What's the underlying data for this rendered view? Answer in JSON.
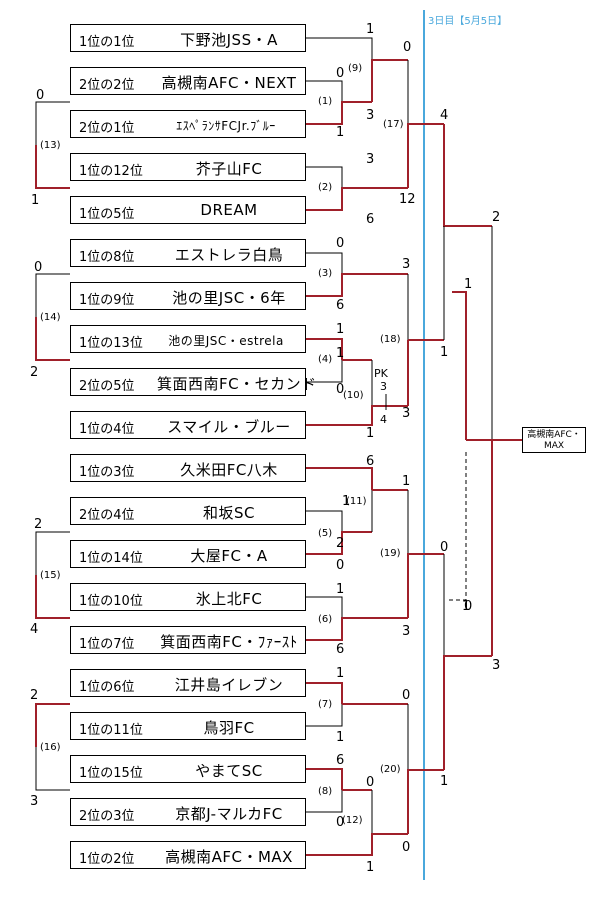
{
  "day_label": "3日目【5月5日】",
  "teams": [
    {
      "rank": "1位の1位",
      "name": "下野池JSS・A"
    },
    {
      "rank": "2位の2位",
      "name": "高槻南AFC・NEXT"
    },
    {
      "rank": "2位の1位",
      "name": "ｴｽﾍﾟﾗﾝｻFCJr.ﾌﾞﾙｰ"
    },
    {
      "rank": "1位の12位",
      "name": "芥子山FC"
    },
    {
      "rank": "1位の5位",
      "name": "DREAM"
    },
    {
      "rank": "1位の8位",
      "name": "エストレラ白鳥"
    },
    {
      "rank": "1位の9位",
      "name": "池の里JSC・6年"
    },
    {
      "rank": "1位の13位",
      "name": "池の里JSC・estrela"
    },
    {
      "rank": "2位の5位",
      "name": "箕面西南FC・セカンド"
    },
    {
      "rank": "1位の4位",
      "name": "スマイル・ブルー"
    },
    {
      "rank": "1位の3位",
      "name": "久米田FC八木"
    },
    {
      "rank": "2位の4位",
      "name": "和坂SC"
    },
    {
      "rank": "1位の14位",
      "name": "大屋FC・A"
    },
    {
      "rank": "1位の10位",
      "name": "氷上北FC"
    },
    {
      "rank": "1位の7位",
      "name": "箕面西南FC・ﾌｧｰｽﾄ"
    },
    {
      "rank": "1位の6位",
      "name": "江井島イレブン"
    },
    {
      "rank": "1位の11位",
      "name": "鳥羽FC"
    },
    {
      "rank": "1位の15位",
      "name": "やまてSC"
    },
    {
      "rank": "2位の3位",
      "name": "京都J-マルカFC"
    },
    {
      "rank": "1位の2位",
      "name": "高槻南AFC・MAX"
    }
  ],
  "match_numbers": [
    "(9)",
    "(1)",
    "(13)",
    "(2)",
    "(17)",
    "(3)",
    "(14)",
    "(4)",
    "(10)",
    "(18)",
    "(11)",
    "(5)",
    "(15)",
    "(19)",
    "(6)",
    "(7)",
    "(16)",
    "(8)",
    "(12)",
    "(20)"
  ],
  "scores": [
    "1",
    "0",
    "0",
    "3",
    "1",
    "0",
    "1",
    "3",
    "6",
    "12",
    "4",
    "2",
    "0",
    "0",
    "3",
    "6",
    "1",
    "2",
    "1",
    "0",
    "1",
    "3",
    "1",
    "1",
    "6",
    "1",
    "1",
    "2",
    "0",
    "2",
    "4",
    "0",
    "1",
    "6",
    "3",
    "1",
    "0",
    "1",
    "6",
    "0",
    "0",
    "0",
    "3",
    "1",
    "1",
    "0",
    "2",
    "3",
    "1"
  ],
  "pk": {
    "label": "PK",
    "top": "3",
    "bottom": "4"
  },
  "winner": {
    "line1": "高槻南AFC・",
    "line2": "MAX"
  },
  "colors": {
    "win": "#a0202a",
    "line": "#000000",
    "day_line": "#4aa8dc"
  }
}
